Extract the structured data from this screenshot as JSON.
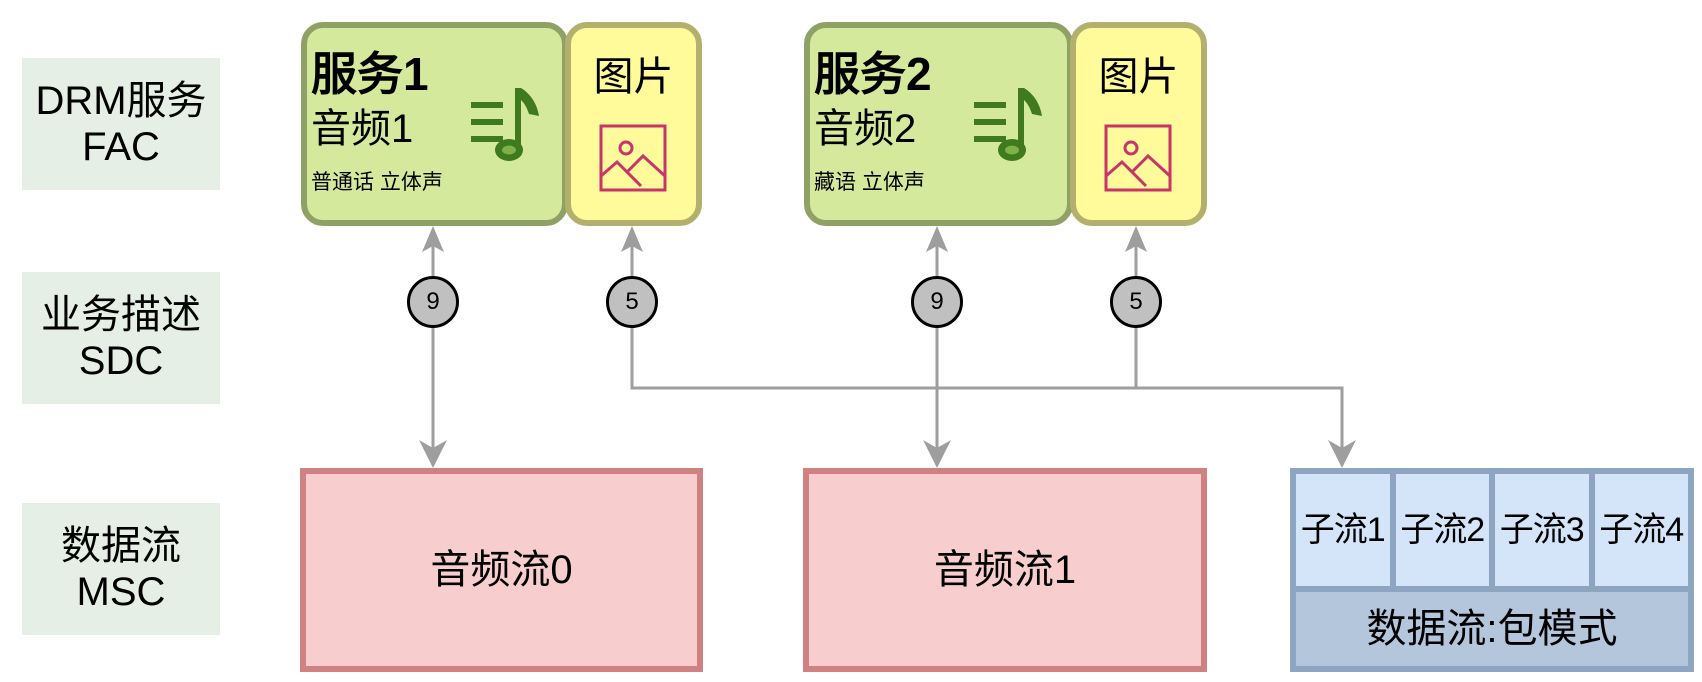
{
  "rows": [
    {
      "line1": "DRM服务",
      "line2": "FAC"
    },
    {
      "line1": "业务描述",
      "line2": "SDC"
    },
    {
      "line1": "数据流",
      "line2": "MSC"
    }
  ],
  "services": [
    {
      "title": "服务1",
      "audio": "音频1",
      "language": "普通话 立体声",
      "icon": "music-note-icon",
      "image_label": "图片",
      "image_icon": "picture-icon"
    },
    {
      "title": "服务2",
      "audio": "音频2",
      "language": "藏语 立体声",
      "icon": "music-note-icon",
      "image_label": "图片",
      "image_icon": "picture-icon"
    }
  ],
  "connectors": [
    {
      "from": "音频流0",
      "to": "服务1",
      "badge": "9"
    },
    {
      "from": "数据流:包模式 / 子流1",
      "to": "服务1 图片",
      "badge": "5"
    },
    {
      "from": "音频流1",
      "to": "服务2",
      "badge": "9"
    },
    {
      "from": "数据流:包模式 / 子流1",
      "to": "服务2 图片",
      "badge": "5"
    }
  ],
  "streams": [
    {
      "label": "音频流0"
    },
    {
      "label": "音频流1"
    }
  ],
  "packet_stream": {
    "label": "数据流:包模式",
    "substreams": [
      "子流1",
      "子流2",
      "子流3",
      "子流4"
    ]
  },
  "colors": {
    "row_label_bg": "#e5efe5",
    "service_fill": "#d5e99c",
    "service_border": "#8fa165",
    "image_fill": "#fffb9b",
    "image_border": "#b2b06c",
    "music_icon": "#3f7a1f",
    "picture_icon": "#c7356b",
    "badge_fill": "#c0c0c0",
    "connector": "#9e9e9e",
    "stream_fill": "#f7cdcd",
    "stream_border": "#cf8281",
    "substream_fill": "#d4e4f9",
    "packet_fill": "#b3c6dc",
    "packet_border": "#8ea5c2"
  }
}
